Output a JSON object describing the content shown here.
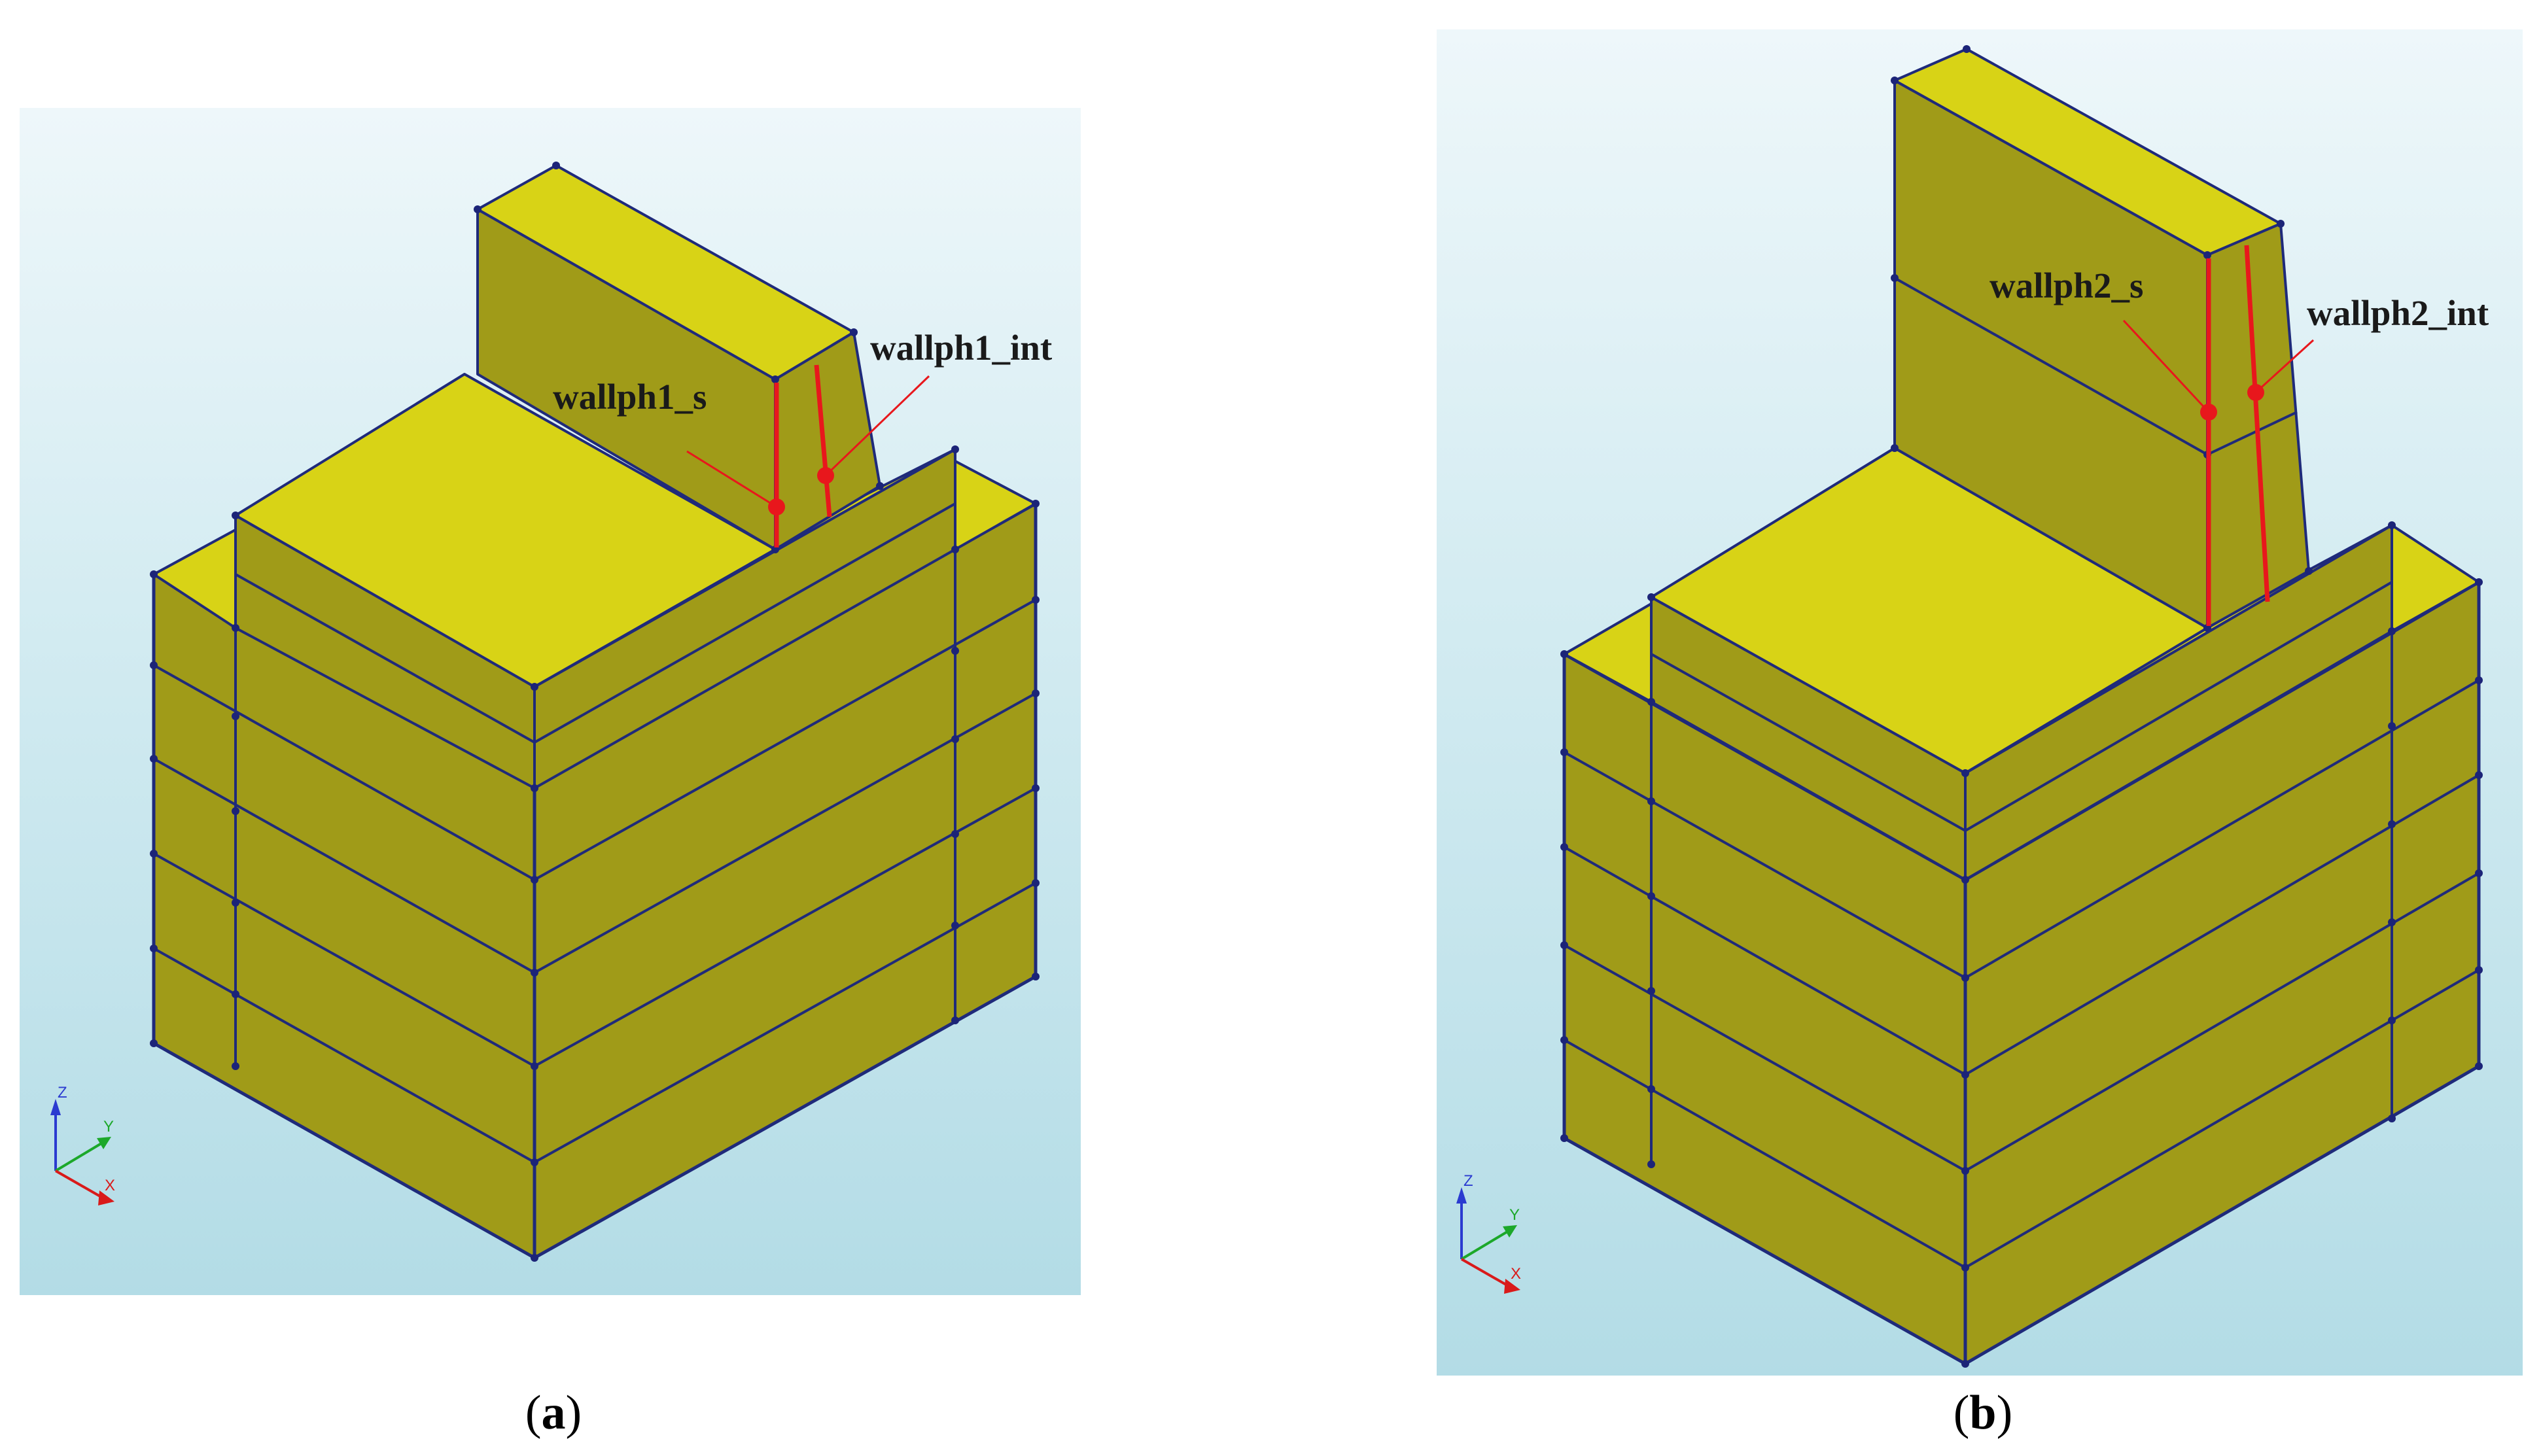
{
  "figure": {
    "panels": [
      {
        "id": "a",
        "caption_open": "(",
        "caption_letter": "a",
        "caption_close": ")",
        "wall_label_s": "wallph1_s",
        "wall_label_int": "wallph1_int"
      },
      {
        "id": "b",
        "caption_open": "(",
        "caption_letter": "b",
        "caption_close": ")",
        "wall_label_s": "wallph2_s",
        "wall_label_int": "wallph2_int"
      }
    ],
    "axis_labels": {
      "z": "Z",
      "y": "Y",
      "x": "X"
    }
  },
  "colors": {
    "top_face": "#d8d316",
    "side_face": "#a09b18",
    "edge": "#1f2a7a",
    "node": "#1c2478",
    "monitor_marker": "#e8171c",
    "axis_z": "#2b3bd0",
    "axis_y": "#1ca82a",
    "axis_x": "#d91a1a"
  }
}
